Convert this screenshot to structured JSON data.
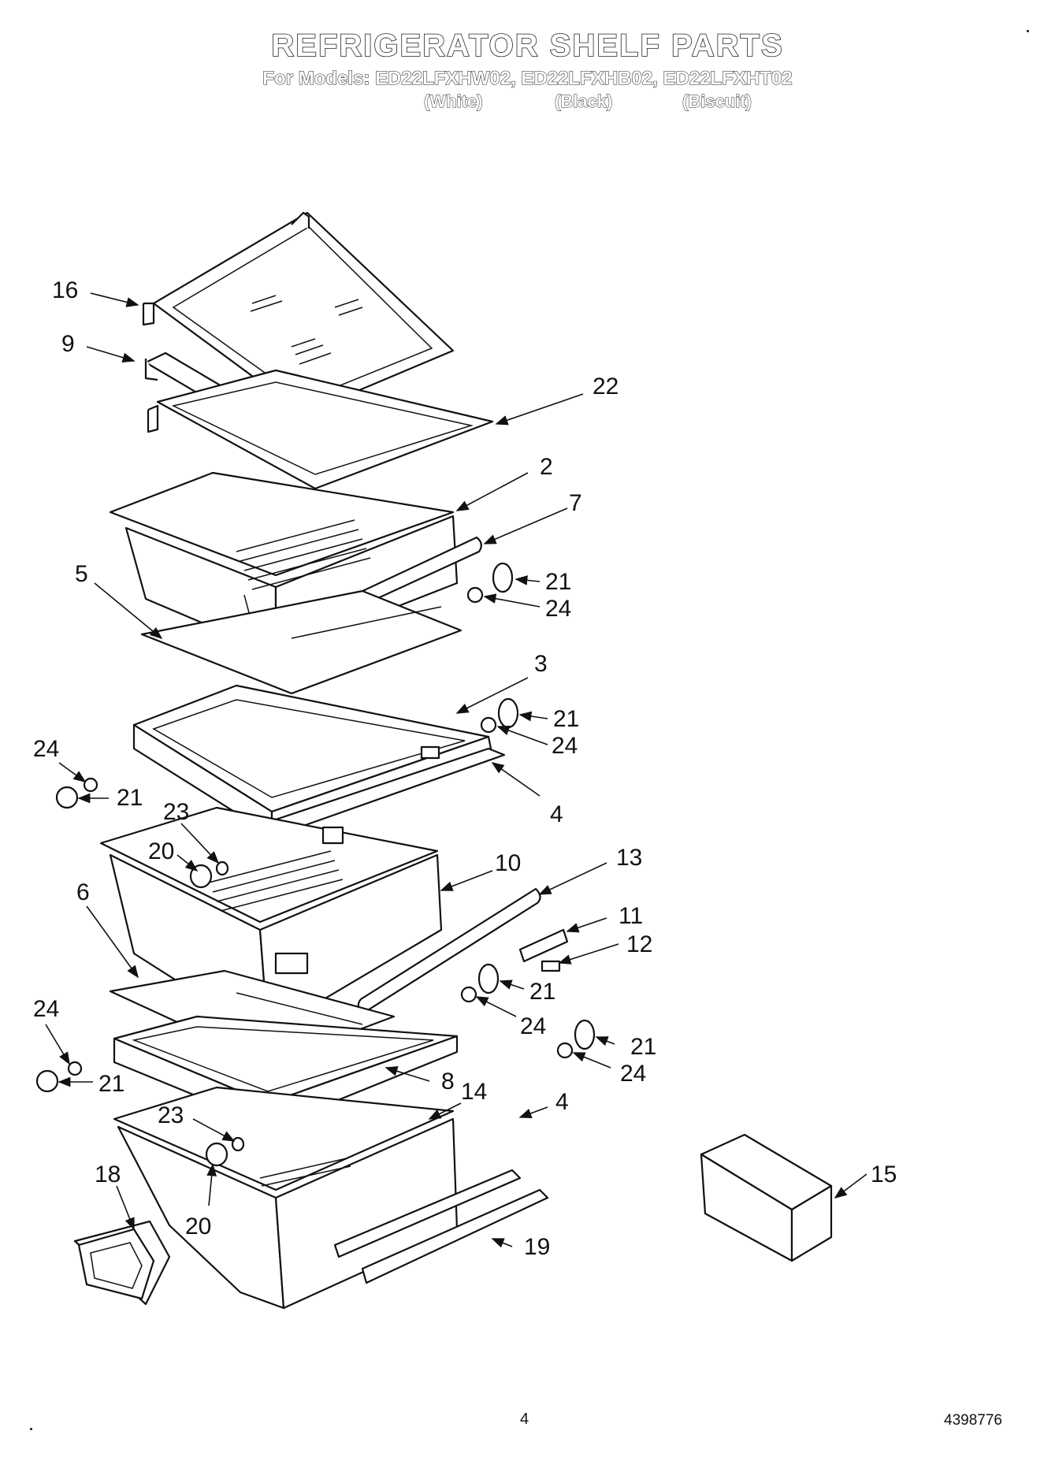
{
  "header": {
    "title": "REFRIGERATOR SHELF PARTS",
    "models_line": "For Models: ED22LFXHW02, ED22LFXHB02, ED22LFXHT02",
    "variants": [
      "(White)",
      "(Black)",
      "(Biscuit)"
    ]
  },
  "callouts": [
    "16",
    "9",
    "22",
    "2",
    "7",
    "5",
    "21",
    "24",
    "3",
    "21",
    "24",
    "24",
    "21",
    "4",
    "23",
    "20",
    "10",
    "13",
    "6",
    "11",
    "12",
    "21",
    "24",
    "24",
    "21",
    "21",
    "24",
    "8",
    "14",
    "4",
    "23",
    "18",
    "20",
    "19",
    "15"
  ],
  "footer": {
    "page_number": "4",
    "doc_number": "4398776"
  }
}
